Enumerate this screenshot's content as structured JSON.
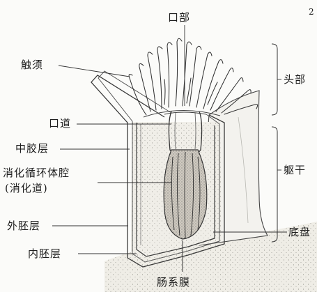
{
  "page_number": "2",
  "labels": {
    "mouth": "口部",
    "tentacle": "触须",
    "head": "头部",
    "pharynx": "口道",
    "mesoglea": "中胶层",
    "cavity_line1": "消化循环体腔",
    "cavity_line2": "(消化道)",
    "trunk": "躯干",
    "ectoderm": "外胚层",
    "basal_disc": "底盘",
    "endoderm": "内胚层",
    "mesentery": "肠系膜"
  }
}
